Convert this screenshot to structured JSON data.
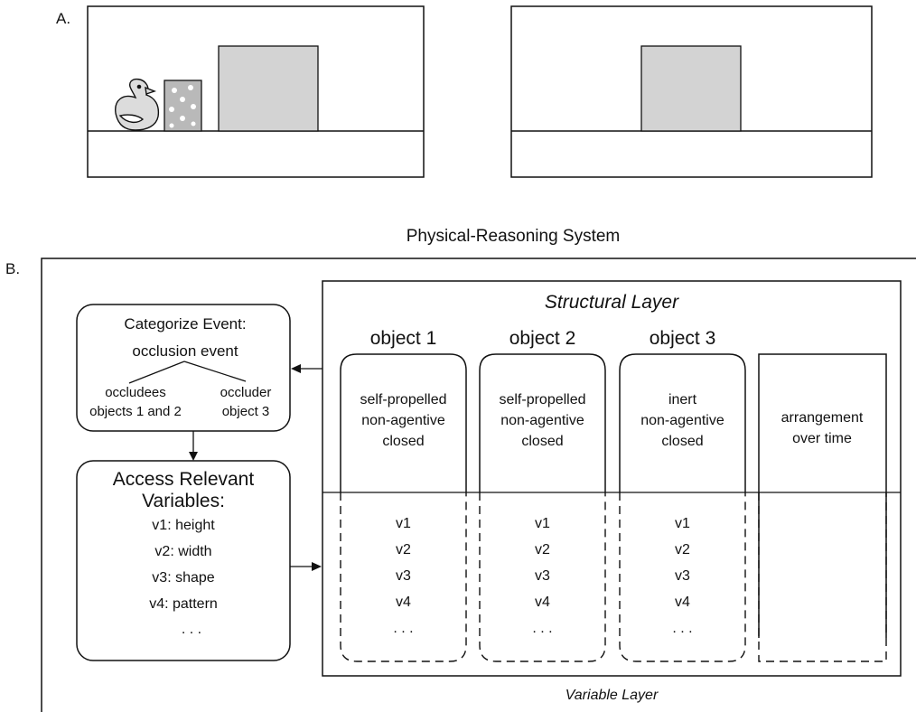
{
  "panel_a": {
    "label": "A."
  },
  "panel_b": {
    "label": "B.",
    "title": "Physical-Reasoning System",
    "categorize": {
      "title": "Categorize Event:",
      "event": "occlusion event",
      "left_branch": [
        "occludees",
        "objects 1 and 2"
      ],
      "right_branch": [
        "occluder",
        "object 3"
      ]
    },
    "access": {
      "title": [
        "Access Relevant",
        "Variables:"
      ],
      "variables": [
        "v1: height",
        "v2: width",
        "v3: shape",
        "v4: pattern"
      ],
      "ellipsis": ". . ."
    },
    "structural_layer_label": "Structural Layer",
    "variable_layer_label": "Variable Layer",
    "objects": [
      {
        "heading": "object 1",
        "properties": [
          "self-propelled",
          "non-agentive",
          "closed"
        ],
        "variables": [
          "v1",
          "v2",
          "v3",
          "v4",
          ". . ."
        ]
      },
      {
        "heading": "object 2",
        "properties": [
          "self-propelled",
          "non-agentive",
          "closed"
        ],
        "variables": [
          "v1",
          "v2",
          "v3",
          "v4",
          ". . ."
        ]
      },
      {
        "heading": "object 3",
        "properties": [
          "inert",
          "non-agentive",
          "closed"
        ],
        "variables": [
          "v1",
          "v2",
          "v3",
          "v4",
          ". . ."
        ]
      }
    ],
    "arrangement": [
      "arrangement",
      "over time"
    ]
  },
  "colors": {
    "stroke": "#111111",
    "screen_fill": "#d3d3d3",
    "box_fill": "#b9b9b9",
    "duck_fill": "#dcdcdc"
  }
}
